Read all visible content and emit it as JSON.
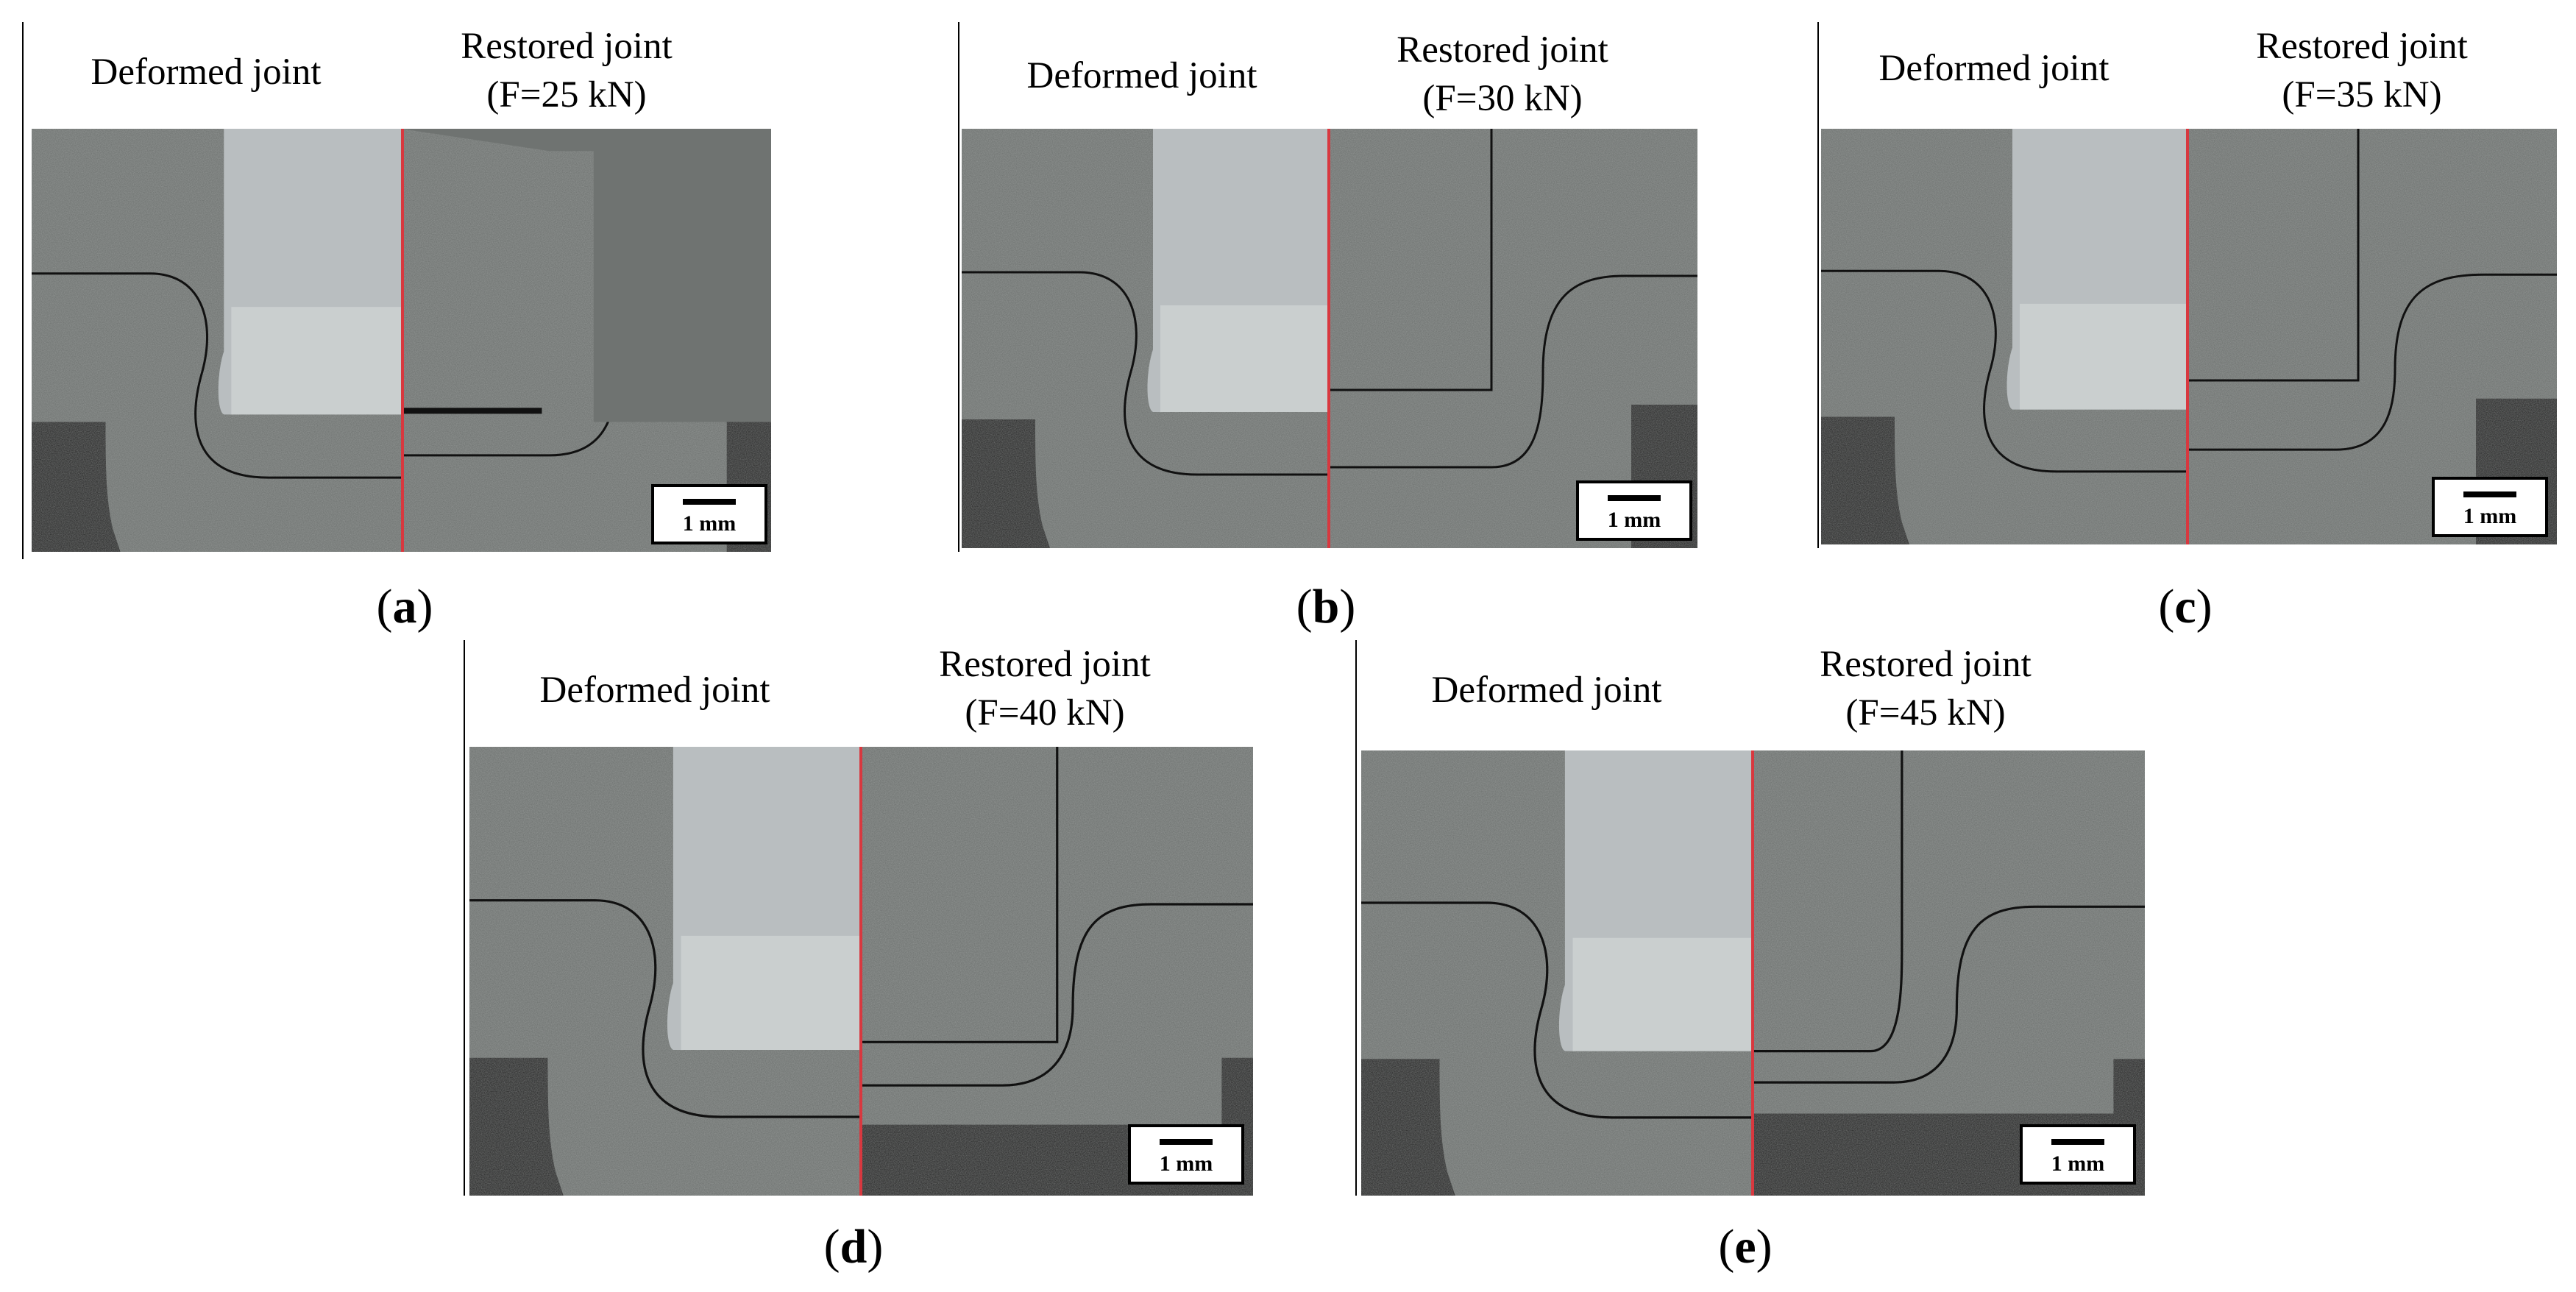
{
  "panels": [
    {
      "id": "a",
      "left_title": "Deformed joint",
      "right_title_line1": "Restored joint",
      "right_title_line2": "(F=25 kN)",
      "scale": "1 mm",
      "label": "a"
    },
    {
      "id": "b",
      "left_title": "Deformed joint",
      "right_title_line1": "Restored joint",
      "right_title_line2": "(F=30 kN)",
      "scale": "1 mm",
      "label": "b"
    },
    {
      "id": "c",
      "left_title": "Deformed joint",
      "right_title_line1": "Restored joint",
      "right_title_line2": "(F=35 kN)",
      "scale": "1 mm",
      "label": "c"
    },
    {
      "id": "d",
      "left_title": "Deformed joint",
      "right_title_line1": "Restored joint",
      "right_title_line2": "(F=40 kN)",
      "scale": "1 mm",
      "label": "d"
    },
    {
      "id": "e",
      "left_title": "Deformed joint",
      "right_title_line1": "Restored joint",
      "right_title_line2": "(F=45 kN)",
      "scale": "1 mm",
      "label": "e"
    }
  ],
  "colors": {
    "divider": "#d8383f",
    "metal": "#6a6e6c",
    "background": "#222222",
    "insert": "#c9ced0"
  }
}
